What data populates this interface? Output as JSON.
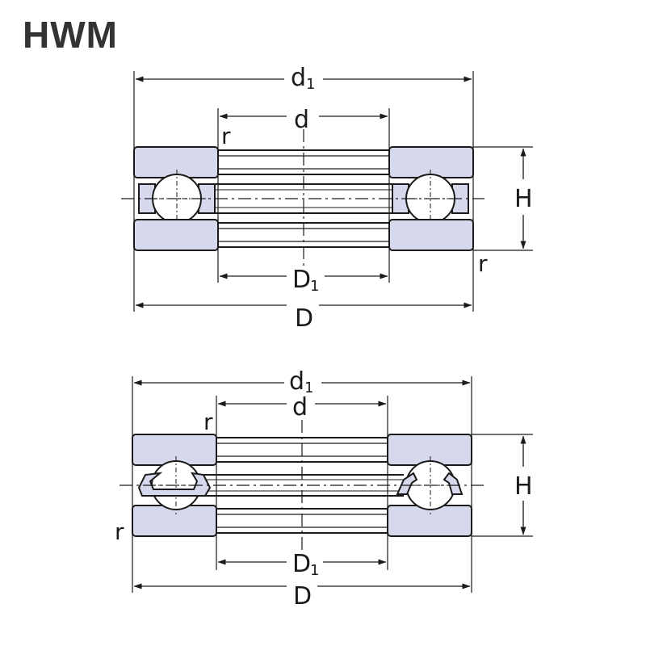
{
  "title": "HWM",
  "diagrams": [
    {
      "labels": {
        "d1_main": "d",
        "d1_sub": "1",
        "d": "d",
        "r_top": "r",
        "H": "H",
        "r_right": "r",
        "D1_main": "D",
        "D1_sub": "1",
        "D": "D"
      }
    },
    {
      "labels": {
        "d1_main": "d",
        "d1_sub": "1",
        "d": "d",
        "r_top": "r",
        "H": "H",
        "r_left": "r",
        "D1_main": "D",
        "D1_sub": "1",
        "D": "D"
      }
    }
  ],
  "colors": {
    "washer_fill": "#d6d9ec",
    "outline": "#1a1a1a",
    "ball_fill": "#ffffff",
    "title": "#333333"
  }
}
